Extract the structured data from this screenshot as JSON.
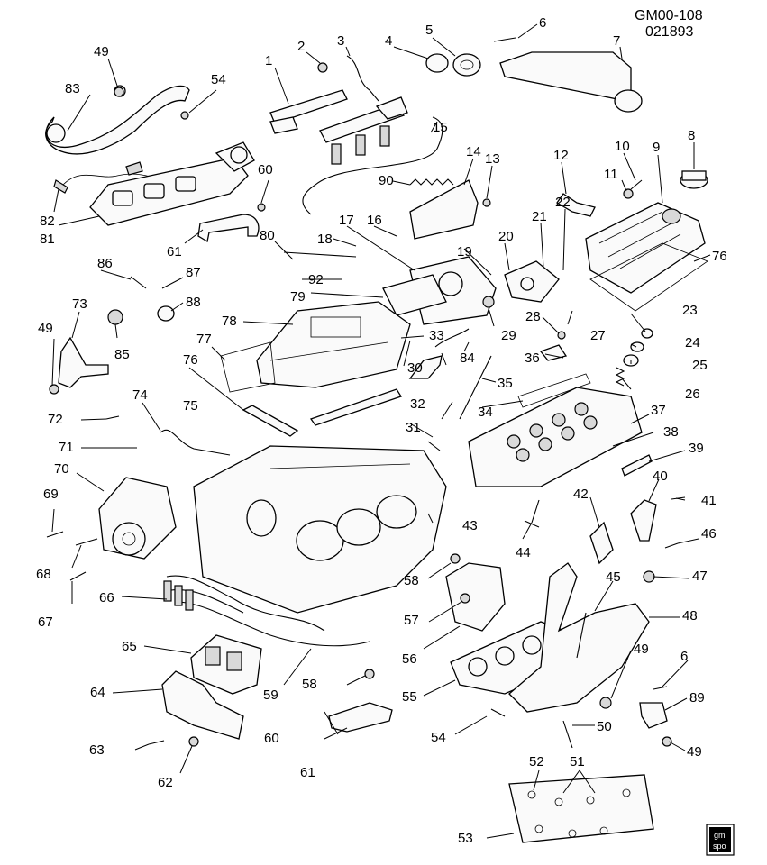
{
  "header": {
    "drawing_code": "GM00-108",
    "drawing_date": "021893"
  },
  "logo": {
    "text_top": "gm",
    "text_bottom": "spo"
  },
  "callouts": [
    "1",
    "2",
    "3",
    "4",
    "5",
    "6",
    "7",
    "8",
    "9",
    "10",
    "11",
    "12",
    "13",
    "14",
    "15",
    "16",
    "17",
    "18",
    "19",
    "20",
    "21",
    "22",
    "23",
    "24",
    "25",
    "26",
    "27",
    "28",
    "29",
    "30",
    "31",
    "32",
    "33",
    "34",
    "35",
    "36",
    "37",
    "38",
    "39",
    "40",
    "41",
    "42",
    "43",
    "44",
    "45",
    "46",
    "47",
    "48",
    "49",
    "50",
    "51",
    "52",
    "53",
    "54",
    "55",
    "56",
    "57",
    "58",
    "59",
    "60",
    "61",
    "62",
    "63",
    "64",
    "65",
    "66",
    "67",
    "68",
    "69",
    "70",
    "71",
    "72",
    "73",
    "74",
    "75",
    "76",
    "77",
    "78",
    "79",
    "80",
    "81",
    "82",
    "83",
    "84",
    "85",
    "86",
    "87",
    "88",
    "89",
    "90",
    "92"
  ],
  "duplicates": {
    "c6b": "6",
    "c49b": "49",
    "c49c": "49",
    "c54b": "54",
    "c58b": "58",
    "c60b": "60",
    "c61b": "61",
    "c76b": "76"
  }
}
